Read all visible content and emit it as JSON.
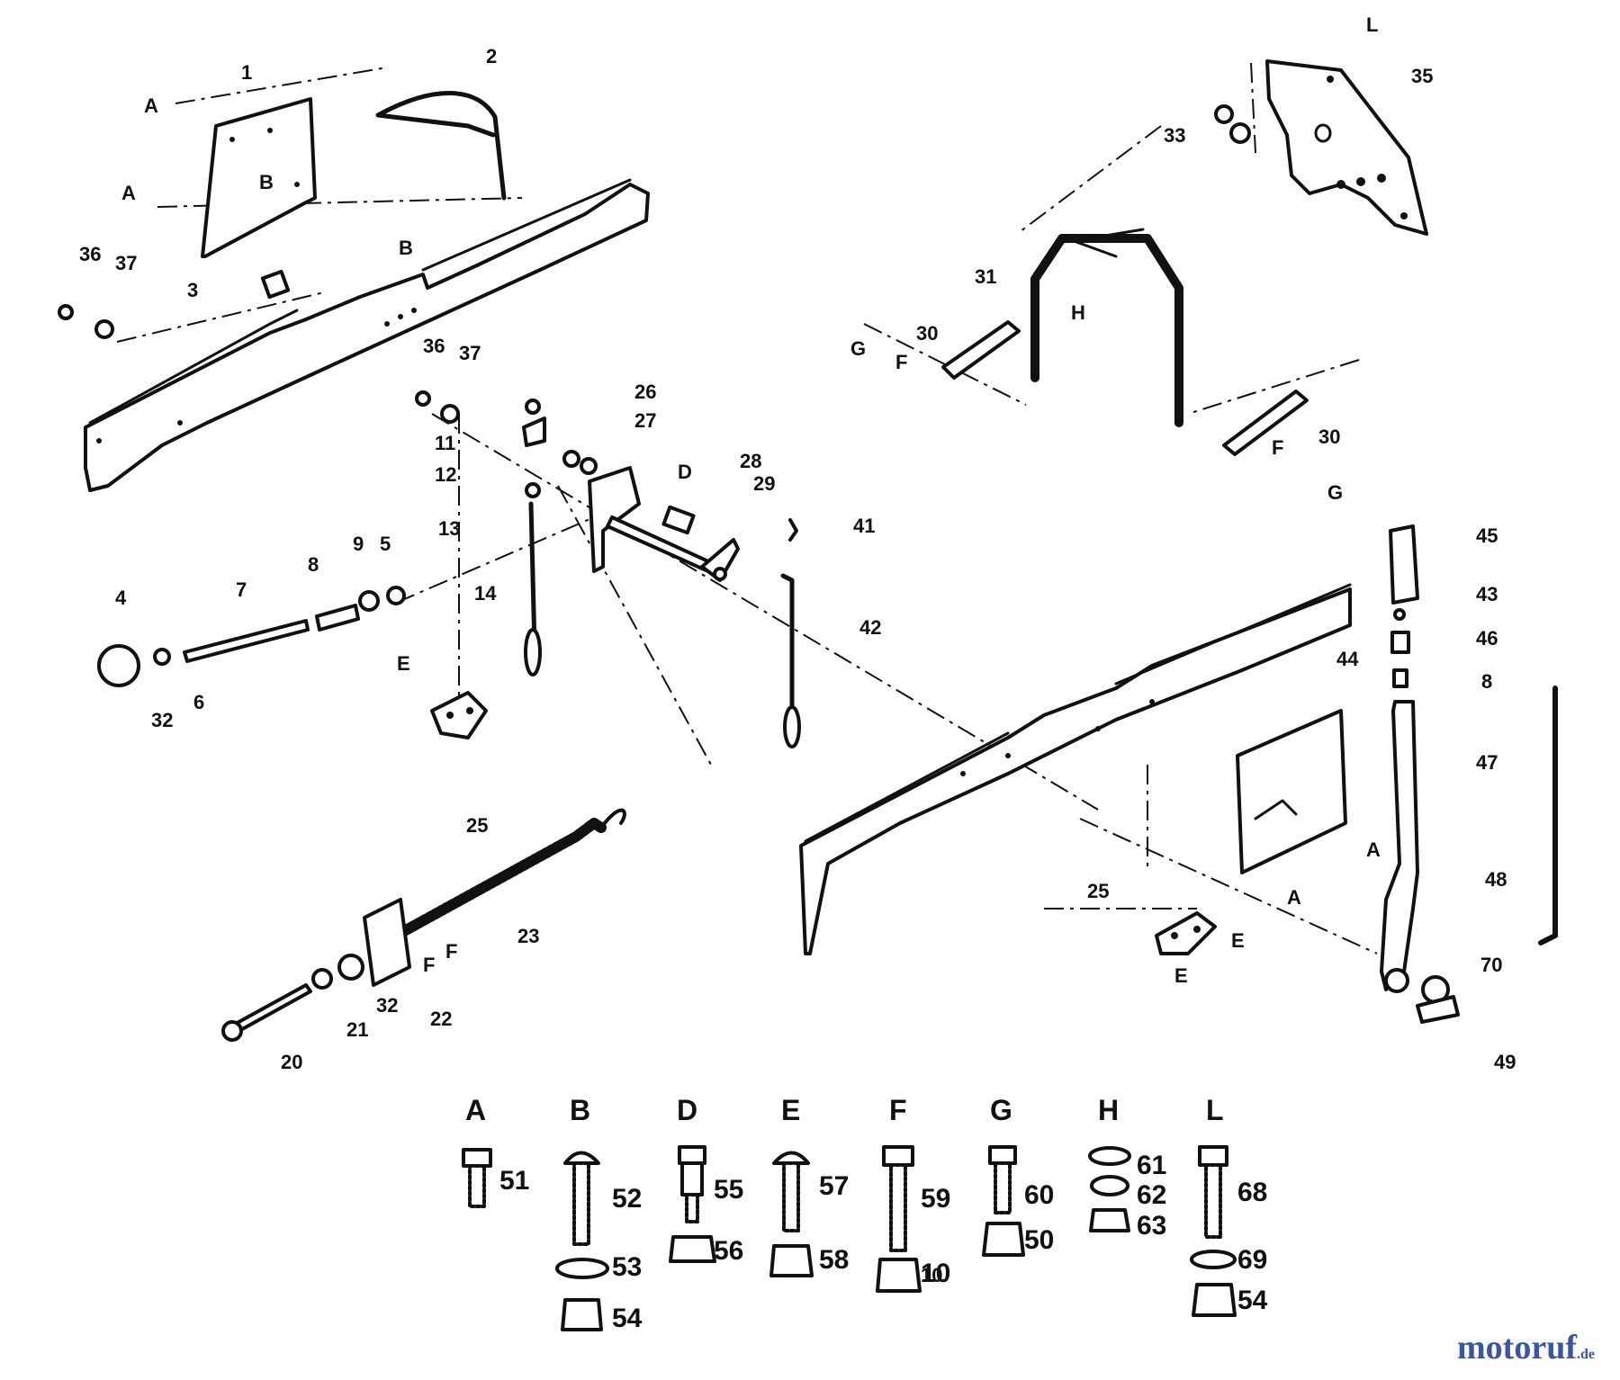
{
  "callouts": [
    "1",
    "2",
    "3",
    "4",
    "5",
    "6",
    "7",
    "8",
    "9",
    "10",
    "11",
    "12",
    "13",
    "14",
    "20",
    "21",
    "22",
    "23",
    "25",
    "26",
    "27",
    "28",
    "29",
    "30",
    "31",
    "32",
    "33",
    "35",
    "36",
    "37",
    "41",
    "42",
    "43",
    "44",
    "45",
    "46",
    "47",
    "48",
    "49",
    "70"
  ],
  "letters": [
    "A",
    "B",
    "D",
    "E",
    "F",
    "G",
    "H",
    "L"
  ],
  "hardware_groups": [
    {
      "letter": "A",
      "parts": [
        "51"
      ]
    },
    {
      "letter": "B",
      "parts": [
        "52",
        "53",
        "54"
      ]
    },
    {
      "letter": "D",
      "parts": [
        "55",
        "56"
      ]
    },
    {
      "letter": "E",
      "parts": [
        "57",
        "58"
      ]
    },
    {
      "letter": "F",
      "parts": [
        "59",
        "10"
      ]
    },
    {
      "letter": "G",
      "parts": [
        "60",
        "50"
      ]
    },
    {
      "letter": "H",
      "parts": [
        "61",
        "62",
        "63"
      ]
    },
    {
      "letter": "L",
      "parts": [
        "68",
        "69",
        "54"
      ]
    }
  ],
  "watermark": {
    "main": "motoruf",
    "suffix": ".de"
  }
}
